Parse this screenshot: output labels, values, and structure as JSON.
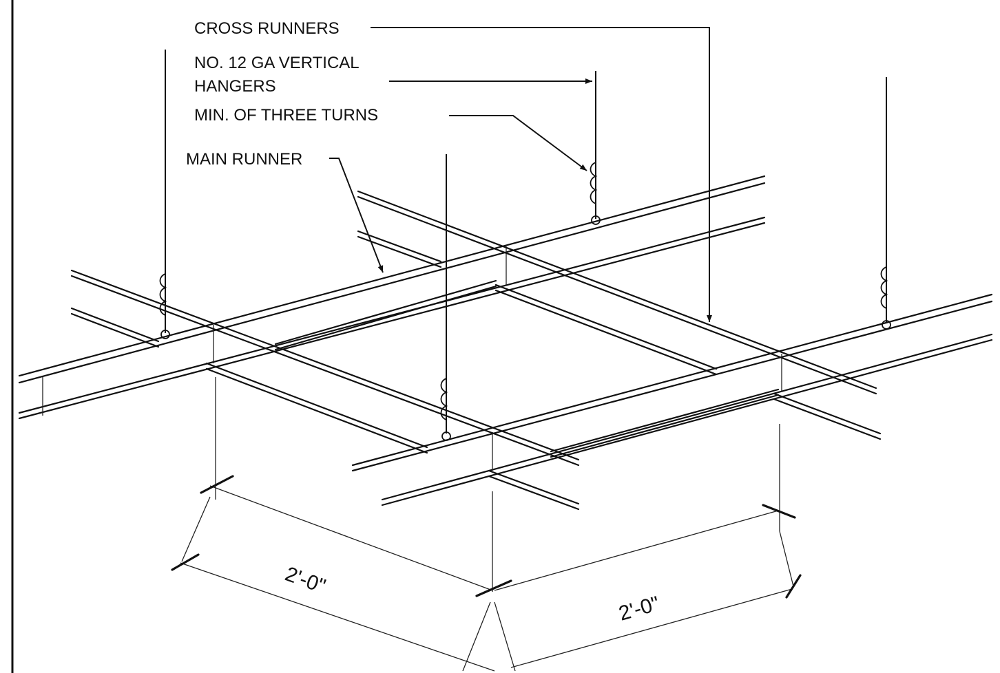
{
  "labels": {
    "cross_runners": "CROSS RUNNERS",
    "hangers_line1": "NO. 12 GA VERTICAL",
    "hangers_line2": "HANGERS",
    "turns": "MIN. OF THREE TURNS",
    "main_runner": "MAIN RUNNER"
  },
  "dimensions": {
    "left": "2'-0\"",
    "right": "2'-0\""
  }
}
